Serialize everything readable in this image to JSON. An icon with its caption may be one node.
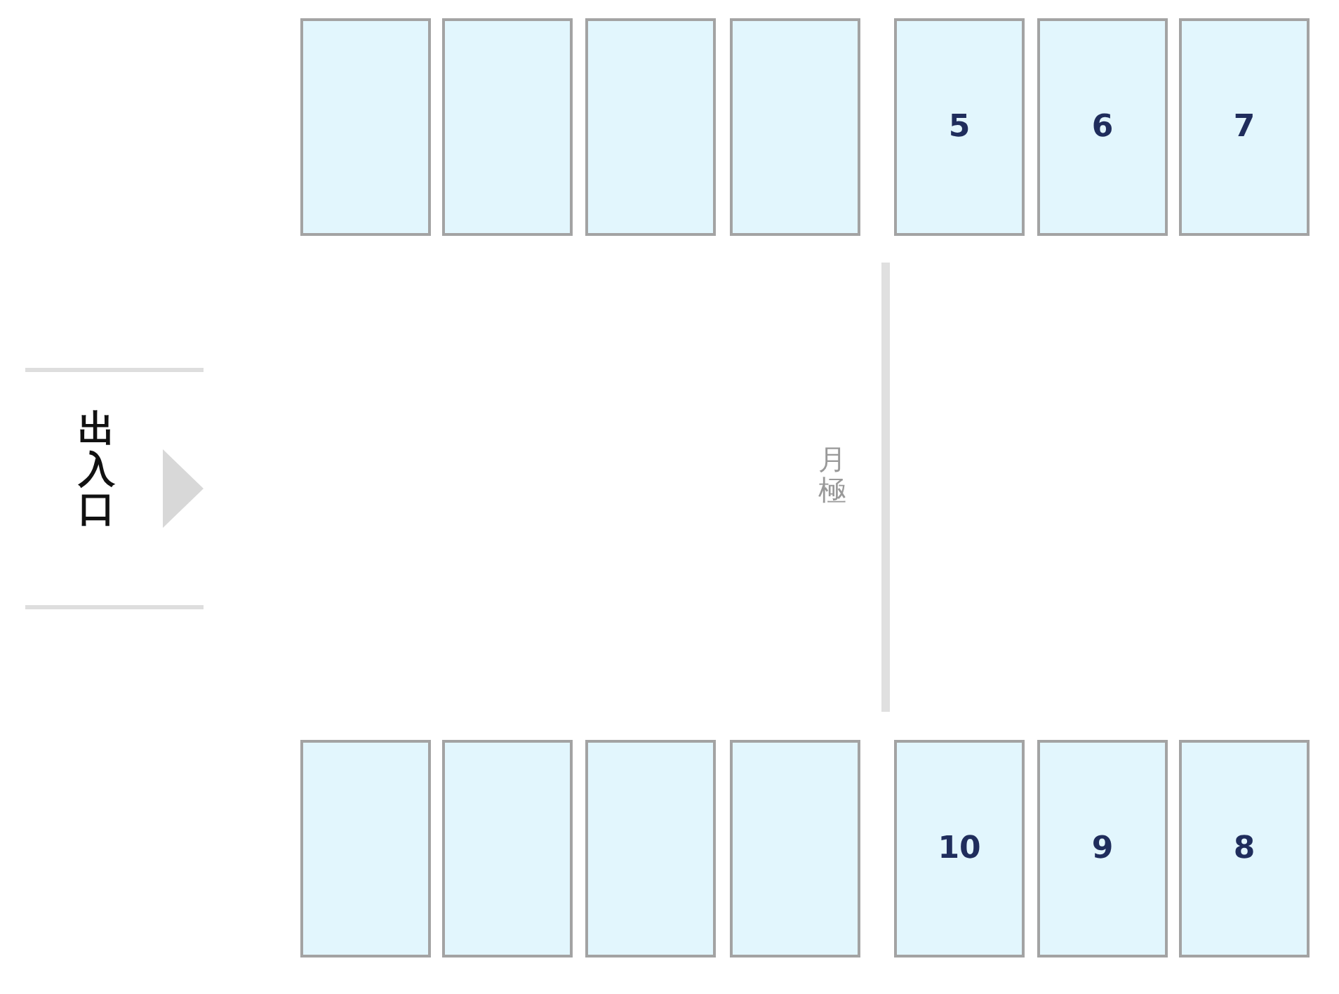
{
  "diagram": {
    "nodes": [
      {
        "text": [],
        "shape": "box"
      },
      {
        "text": [],
        "shape": "box"
      },
      {
        "text": [],
        "shape": "box"
      },
      {
        "text": [],
        "shape": "box"
      },
      {
        "text": [
          "5"
        ]
      },
      {
        "text": [
          "6"
        ]
      },
      {
        "text": [
          "7"
        ]
      },
      {
        "text": [],
        "shape": "box"
      },
      {
        "text": [],
        "shape": "box"
      },
      {
        "text": [],
        "shape": "box"
      },
      {
        "text": [],
        "shape": "box"
      },
      {
        "text": [
          "10"
        ]
      },
      {
        "text": [
          "9"
        ]
      },
      {
        "text": [
          "8"
        ]
      }
    ],
    "labels": [
      "出入口",
      "月極"
    ]
  }
}
